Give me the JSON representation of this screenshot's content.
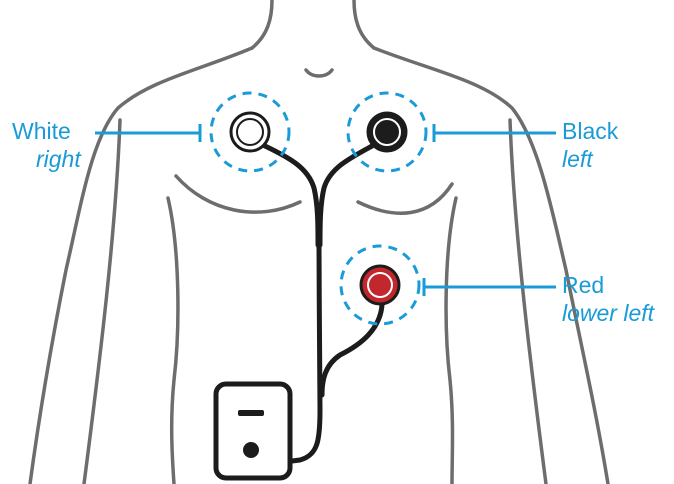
{
  "electrodes": [
    {
      "id": "white",
      "name": "White",
      "side": "right",
      "color": "#ffffff"
    },
    {
      "id": "black",
      "name": "Black",
      "side": "left",
      "color": "#1c1c1c"
    },
    {
      "id": "red",
      "name": "Red",
      "side": "lower left",
      "color": "#c1272d"
    }
  ],
  "colors": {
    "accent": "#1a9bd7",
    "body_outline": "#6d6d6d",
    "wire": "#1c1c1c",
    "red_electrode": "#c1272d"
  },
  "icons": {
    "monitor": "holter-monitor-icon",
    "electrode": "electrode-pad-icon"
  }
}
